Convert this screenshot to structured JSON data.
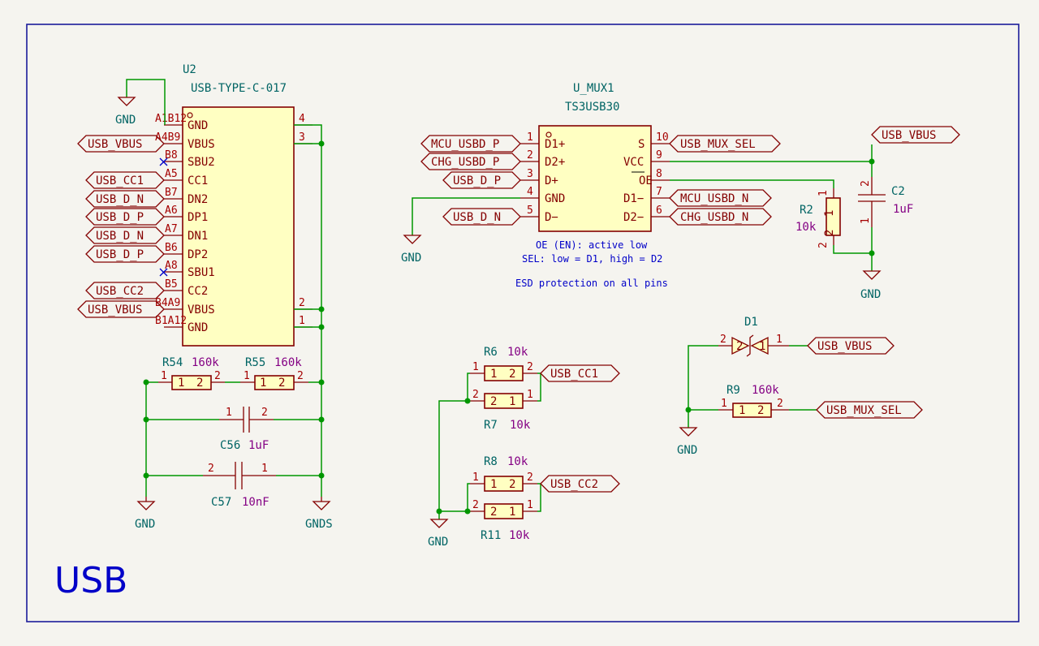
{
  "sheet_title": "USB",
  "u2": {
    "ref": "U2",
    "value": "USB-TYPE-C-017",
    "left_pins": [
      {
        "num": "A1B12",
        "name": "GND"
      },
      {
        "num": "A4B9",
        "name": "VBUS"
      },
      {
        "num": "B8",
        "name": "SBU2"
      },
      {
        "num": "A5",
        "name": "CC1"
      },
      {
        "num": "B7",
        "name": "DN2"
      },
      {
        "num": "A6",
        "name": "DP1"
      },
      {
        "num": "A7",
        "name": "DN1"
      },
      {
        "num": "B6",
        "name": "DP2"
      },
      {
        "num": "A8",
        "name": "SBU1"
      },
      {
        "num": "B5",
        "name": "CC2"
      },
      {
        "num": "B4A9",
        "name": "VBUS"
      },
      {
        "num": "B1A12",
        "name": "GND"
      }
    ],
    "right_pins": [
      "4",
      "3",
      "2",
      "1"
    ],
    "left_labels": [
      "USB_VBUS",
      "USB_CC1",
      "USB_D_N",
      "USB_D_P",
      "USB_D_N",
      "USB_D_P",
      "USB_CC2",
      "USB_VBUS"
    ]
  },
  "umux": {
    "ref": "U_MUX1",
    "value": "TS3USB30",
    "left_pins": [
      {
        "num": "1",
        "name": "D1+",
        "label": "MCU_USBD_P"
      },
      {
        "num": "2",
        "name": "D2+",
        "label": "CHG_USBD_P"
      },
      {
        "num": "3",
        "name": "D+",
        "label": "USB_D_P"
      },
      {
        "num": "4",
        "name": "GND",
        "label": ""
      },
      {
        "num": "5",
        "name": "D−",
        "label": "USB_D_N"
      }
    ],
    "right_pins": [
      {
        "num": "10",
        "name": "S",
        "label": "USB_MUX_SEL"
      },
      {
        "num": "9",
        "name": "VCC",
        "label": ""
      },
      {
        "num": "8",
        "name": "OE",
        "label": ""
      },
      {
        "num": "7",
        "name": "D1−",
        "label": "MCU_USBD_N"
      },
      {
        "num": "6",
        "name": "D2−",
        "label": "CHG_USBD_N"
      }
    ],
    "notes": [
      "OE (EN): active low",
      "SEL: low = D1, high = D2",
      "ESD protection on all pins"
    ]
  },
  "power": {
    "gnd": "GND",
    "gnds": "GNDS",
    "vbus": "USB_VBUS"
  },
  "parts": {
    "r2": {
      "ref": "R2",
      "value": "10k"
    },
    "c2": {
      "ref": "C2",
      "value": "1uF"
    },
    "r54": {
      "ref": "R54",
      "value": "160k"
    },
    "r55": {
      "ref": "R55",
      "value": "160k"
    },
    "c56": {
      "ref": "C56",
      "value": "1uF"
    },
    "c57": {
      "ref": "C57",
      "value": "10nF"
    },
    "r6": {
      "ref": "R6",
      "value": "10k"
    },
    "r7": {
      "ref": "R7",
      "value": "10k"
    },
    "r8": {
      "ref": "R8",
      "value": "10k"
    },
    "r11": {
      "ref": "R11",
      "value": "10k"
    },
    "d1": {
      "ref": "D1"
    },
    "r9": {
      "ref": "R9",
      "value": "160k"
    }
  },
  "labels": {
    "usb_cc1": "USB_CC1",
    "usb_cc2": "USB_CC2",
    "usb_vbus": "USB_VBUS",
    "usb_mux_sel": "USB_MUX_SEL"
  },
  "pin_nums": {
    "one": "1",
    "two": "2"
  }
}
